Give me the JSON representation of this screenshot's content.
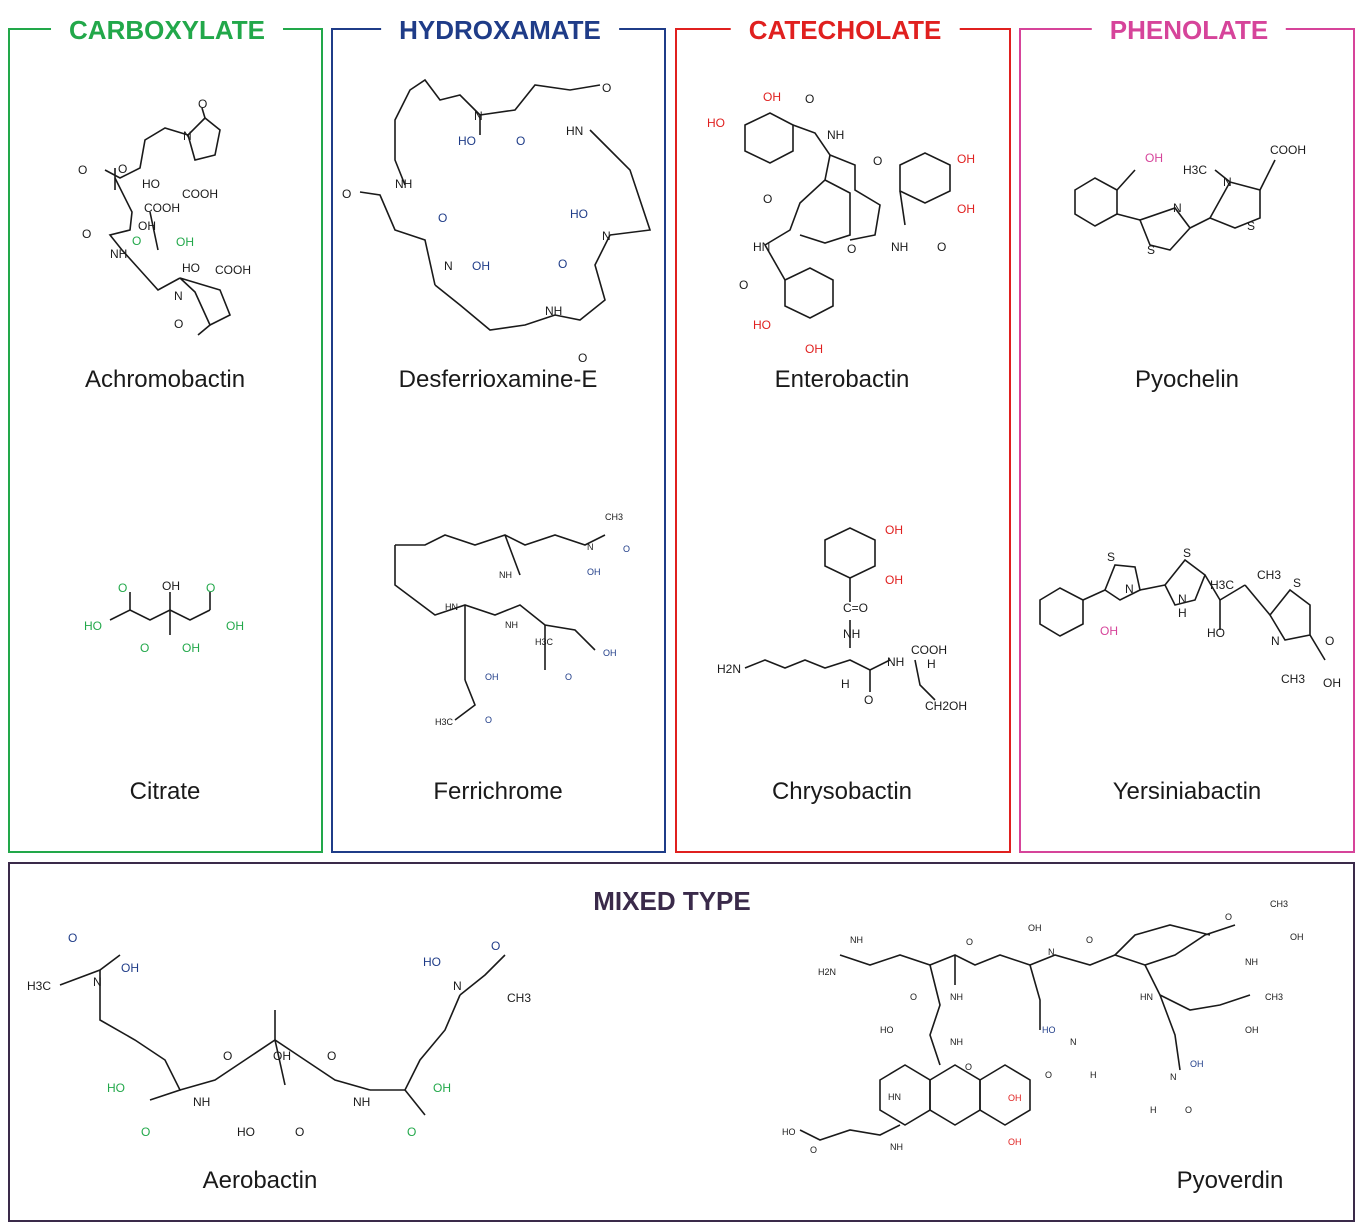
{
  "colors": {
    "carboxylate": "#22a84a",
    "hydroxamate": "#1f3c88",
    "catecholate": "#e0201f",
    "phenolate": "#d6449a",
    "mixed": "#3a2a4a"
  },
  "panels": {
    "carboxylate": {
      "title": "CARBOXYLATE",
      "compounds": [
        "Achromobactin",
        "Citrate"
      ]
    },
    "hydroxamate": {
      "title": "HYDROXAMATE",
      "compounds": [
        "Desferrioxamine-E",
        "Ferrichrome"
      ]
    },
    "catecholate": {
      "title": "CATECHOLATE",
      "compounds": [
        "Enterobactin",
        "Chrysobactin"
      ]
    },
    "phenolate": {
      "title": "PHENOLATE",
      "compounds": [
        "Pyochelin",
        "Yersiniabactin"
      ]
    },
    "mixed": {
      "title": "MIXED TYPE",
      "compounds": [
        "Aerobactin",
        "Pyoverdin"
      ]
    }
  },
  "atoms": {
    "cooh": "COOH",
    "oh": "OH",
    "ho": "HO",
    "o": "O",
    "n": "N",
    "nh": "NH",
    "hn": "HN",
    "s": "S",
    "h3c": "H3C",
    "ch3": "CH3",
    "h2n": "H2N",
    "h": "H",
    "co": "C=O",
    "ch2oh": "CH2OH"
  }
}
